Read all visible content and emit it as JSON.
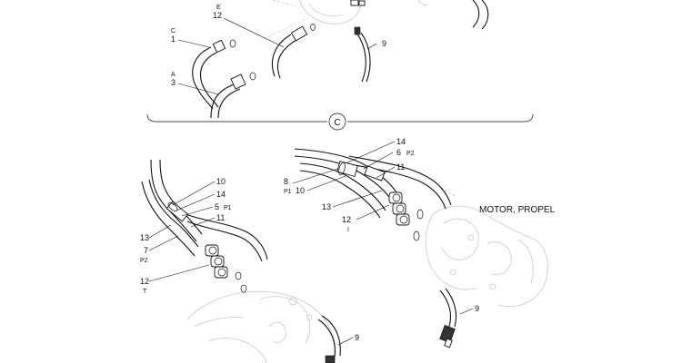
{
  "section_marker": "C",
  "motor_label": "MOTOR, PROPEL",
  "callouts": {
    "top_c": "C",
    "top_1": "1",
    "top_a": "A",
    "top_3": "3",
    "top_e": "E",
    "top_12": "12",
    "top_9": "9",
    "left_10": "10",
    "left_14": "14",
    "left_5": "5",
    "left_p1": "P1",
    "left_11": "11",
    "left_13": "13",
    "left_7": "7",
    "left_p2": "P2",
    "left_12": "12",
    "left_t": "T",
    "left_9": "9",
    "right_14": "14",
    "right_6": "6",
    "right_p2": "P2",
    "right_11": "11",
    "right_8": "8",
    "right_p1": "P1",
    "right_10": "10",
    "right_13": "13",
    "right_12": "12",
    "right_i": "I",
    "right_9": "9"
  }
}
